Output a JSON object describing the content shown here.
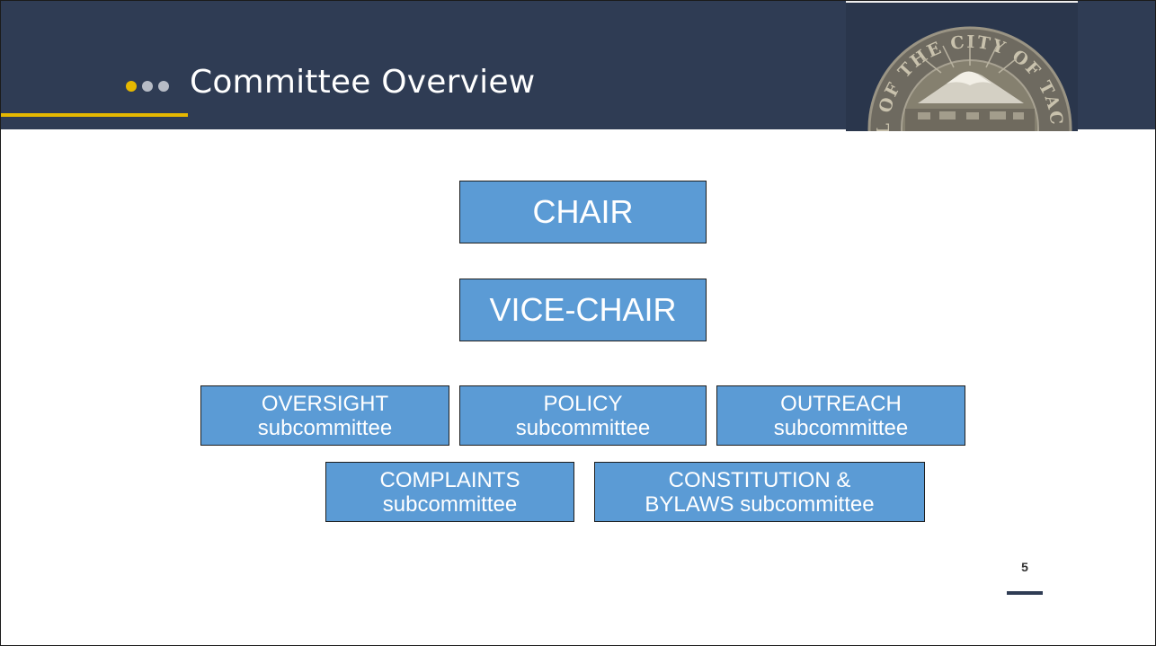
{
  "slide": {
    "title": "Committee Overview",
    "page_number": "5"
  },
  "colors": {
    "header_bg": "#2f3c54",
    "accent_gold": "#e6b800",
    "dot_light": "#b7bcc6",
    "box_fill": "#5b9bd5",
    "seal_fill": "#7f7a6e"
  },
  "seal": {
    "text": "SEAL OF THE CITY OF TACOMA",
    "icon": "city-seal-icon"
  },
  "org_chart": {
    "chair": "CHAIR",
    "vice_chair": "VICE-CHAIR",
    "subcommittees": [
      {
        "line1": "OVERSIGHT",
        "line2": "subcommittee"
      },
      {
        "line1": "POLICY",
        "line2": "subcommittee"
      },
      {
        "line1": "OUTREACH",
        "line2": "subcommittee"
      },
      {
        "line1": "COMPLAINTS",
        "line2": "subcommittee"
      },
      {
        "line1": "CONSTITUTION &",
        "line2": "BYLAWS subcommittee"
      }
    ]
  }
}
